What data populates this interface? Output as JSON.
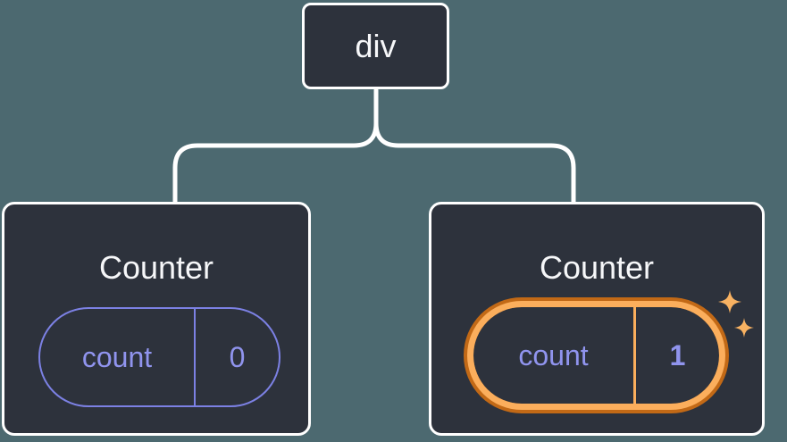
{
  "tree": {
    "root": {
      "label": "div"
    },
    "children": [
      {
        "title": "Counter",
        "state": {
          "key": "count",
          "value": "0"
        },
        "highlighted": false
      },
      {
        "title": "Counter",
        "state": {
          "key": "count",
          "value": "1"
        },
        "highlighted": true
      }
    ]
  },
  "colors": {
    "background": "#4C6970",
    "node_background": "#2D323C",
    "line": "#FFFFFF",
    "text_light": "#F6F7F9",
    "purple_border": "#7C81E4",
    "purple_text": "#9094EE",
    "orange_ring_outer": "#C26916",
    "orange_ring_inner": "#FBAE5C",
    "sparkle": "#F8B262"
  }
}
